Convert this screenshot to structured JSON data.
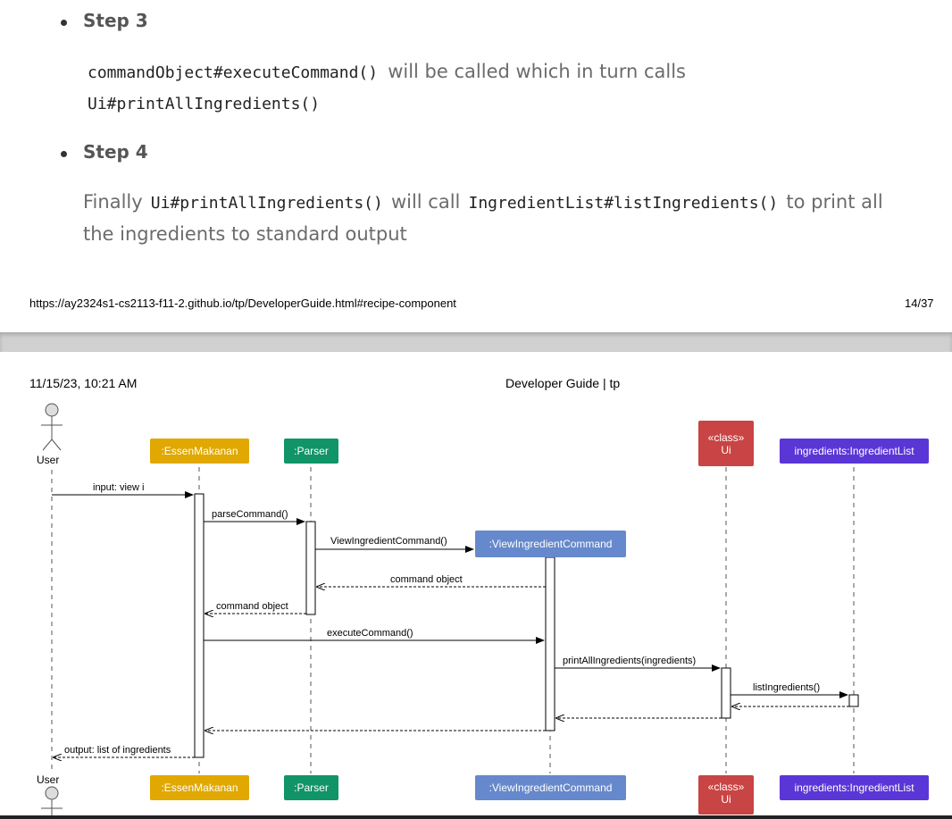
{
  "page1": {
    "steps": [
      {
        "title": "Step 3"
      },
      {
        "title": "Step 4"
      }
    ],
    "step3": {
      "code1": "commandObject#executeCommand()",
      "text1": "will be called which in turn calls",
      "code2": "Ui#printAllIngredients()"
    },
    "step4": {
      "text1": "Finally",
      "code1": "Ui#printAllIngredients()",
      "text2": "will call",
      "code2": "IngredientList#listIngredients()",
      "text3": "to print all",
      "text4": "the ingredients to standard output"
    },
    "footer": {
      "url": "https://ay2324s1-cs2113-f11-2.github.io/tp/DeveloperGuide.html#recipe-component",
      "page": "14/37"
    }
  },
  "page2": {
    "header": {
      "datetime": "11/15/23, 10:21 AM",
      "title": "Developer Guide | tp"
    },
    "diagram": {
      "actor": "User",
      "participants": {
        "essen": ":EssenMakanan",
        "parser": ":Parser",
        "viewcmd": ":ViewIngredientCommand",
        "ui_stereo": "«class»",
        "ui": "Ui",
        "inglist": "ingredients:IngredientList"
      },
      "messages": {
        "m1": "input: view i",
        "m2": "parseCommand()",
        "m3": "ViewIngredientCommand()",
        "m4": "command object",
        "m5": "command object",
        "m6": "executeCommand()",
        "m7": "printAllIngredients(ingredients)",
        "m8": "listIngredients()",
        "m9": "output: list of ingredients"
      },
      "colors": {
        "essen": "#e0a800",
        "parser": "#119467",
        "viewcmd": "#6688cc",
        "ui": "#c94444",
        "inglist": "#5b36d6"
      }
    }
  }
}
